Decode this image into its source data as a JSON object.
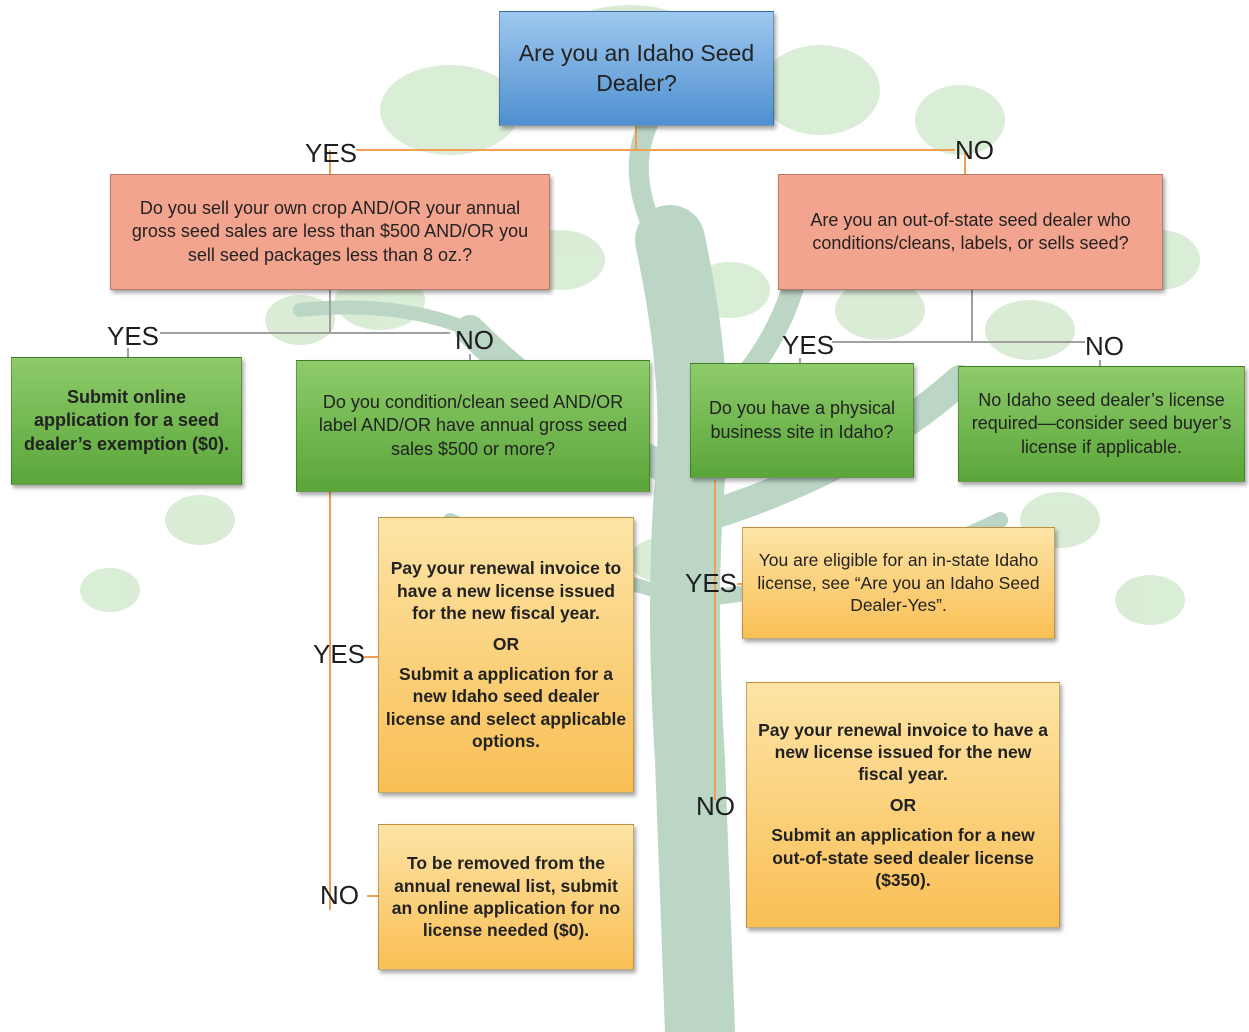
{
  "root": {
    "question": "Are you an Idaho Seed Dealer?"
  },
  "labels": {
    "yes": "YES",
    "no": "NO"
  },
  "left_branch": {
    "question": "Do you sell your own crop AND/OR your annual gross seed sales are less than $500 AND/OR you sell seed packages less than 8 oz.?",
    "yes_result": "Submit online application for a seed dealer’s exemption ($0).",
    "no_question": "Do you condition/clean seed AND/OR label AND/OR have annual gross seed sales $500 or more?",
    "yes_action": {
      "part1": "Pay your renewal invoice to have a new license issued for the new fiscal year.",
      "or": "OR",
      "part2": "Submit a application for a new Idaho seed dealer license and select applicable options."
    },
    "no_action": "To be removed from the annual renewal list, submit an online application for no license needed ($0)."
  },
  "right_branch": {
    "question": "Are you an out-of-state seed dealer who conditions/cleans, labels, or sells seed?",
    "yes_question": "Do you have a physical business site in Idaho?",
    "no_result": "No Idaho seed dealer’s license required—consider seed buyer’s license if applicable.",
    "physical_yes": "You are eligible for an in-state Idaho license, see “Are you an Idaho Seed Dealer-Yes”.",
    "physical_no": {
      "part1": "Pay your renewal invoice to have a new license issued for the new fiscal year.",
      "or": "OR",
      "part2": "Submit an application for a new out-of-state seed dealer license ($350)."
    }
  },
  "colors": {
    "question_root": "#6fa8dc",
    "question_salmon": "#f3a48e",
    "decision_green": "#6fb84a",
    "action_amber": "#fbcf75",
    "connector_orange": "#f0a050",
    "connector_gray": "#a0a0a0",
    "tree_trunk": "#b8d3c4",
    "tree_leaf": "#d3ead0"
  }
}
